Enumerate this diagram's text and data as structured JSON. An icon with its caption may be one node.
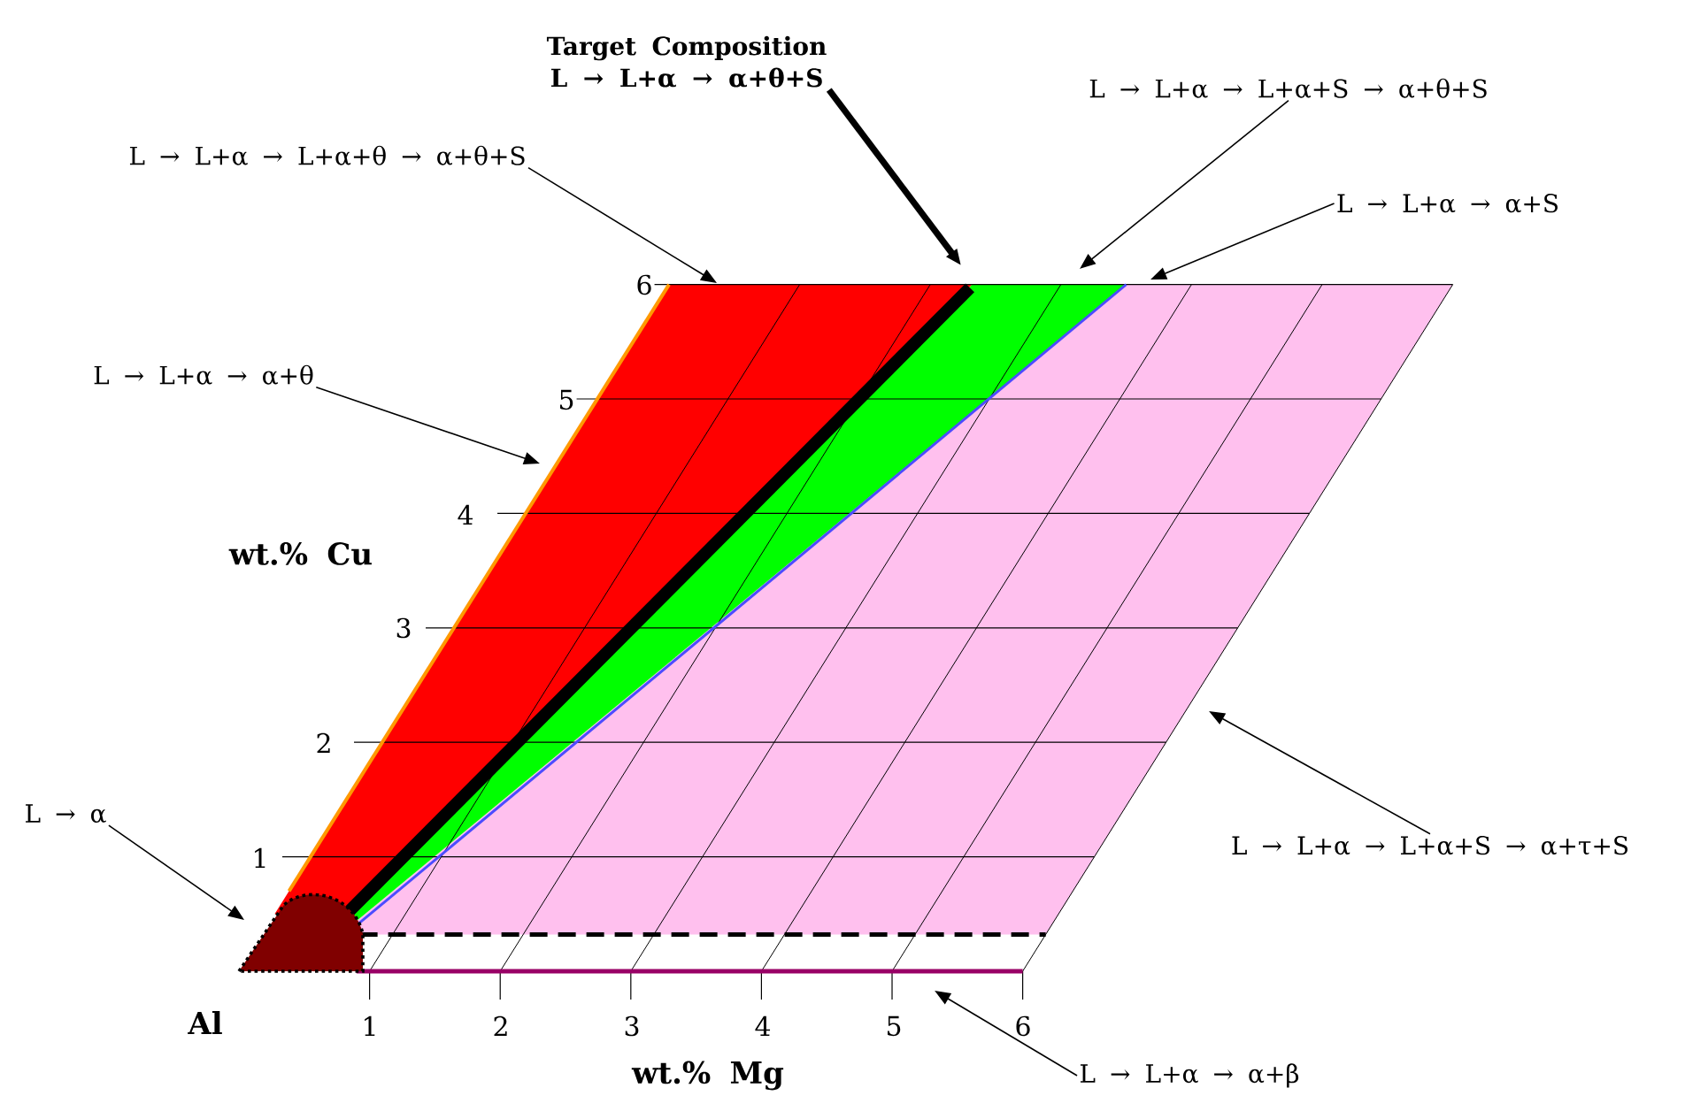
{
  "diagram": {
    "nodes": [
      {
        "text": [
          "Target Composition",
          "L → L+α → α+θ+S"
        ]
      },
      {
        "text": [
          "L → L+α → L+α+θ → α+θ+S"
        ]
      },
      {
        "text": [
          "L → L+α → L+α+S → α+θ+S"
        ]
      },
      {
        "text": [
          "L → L+α → α+S"
        ]
      },
      {
        "text": [
          "L → L+α → α+θ"
        ]
      },
      {
        "text": [
          "L → α"
        ]
      },
      {
        "text": [
          "L → L+α → L+α+S → α+τ+S"
        ]
      },
      {
        "text": [
          "L → L+α → α+β"
        ]
      }
    ],
    "edges": [
      {
        "from": 0,
        "to": null,
        "arrow": "to",
        "style": "thick"
      },
      {
        "from": 1,
        "to": null,
        "arrow": "to"
      },
      {
        "from": 2,
        "to": null,
        "arrow": "to"
      },
      {
        "from": 3,
        "to": null,
        "arrow": "to"
      },
      {
        "from": 4,
        "to": null,
        "arrow": "to"
      },
      {
        "from": 5,
        "to": null,
        "arrow": "to"
      },
      {
        "from": 6,
        "to": null,
        "arrow": "to"
      },
      {
        "from": 7,
        "to": null,
        "arrow": "to"
      }
    ],
    "labels": [
      "6",
      "5",
      "4",
      "wt.% Cu",
      "3",
      "2",
      "1",
      "Al",
      "1",
      "2",
      "3",
      "4",
      "5",
      "6",
      "wt.% Mg"
    ]
  }
}
